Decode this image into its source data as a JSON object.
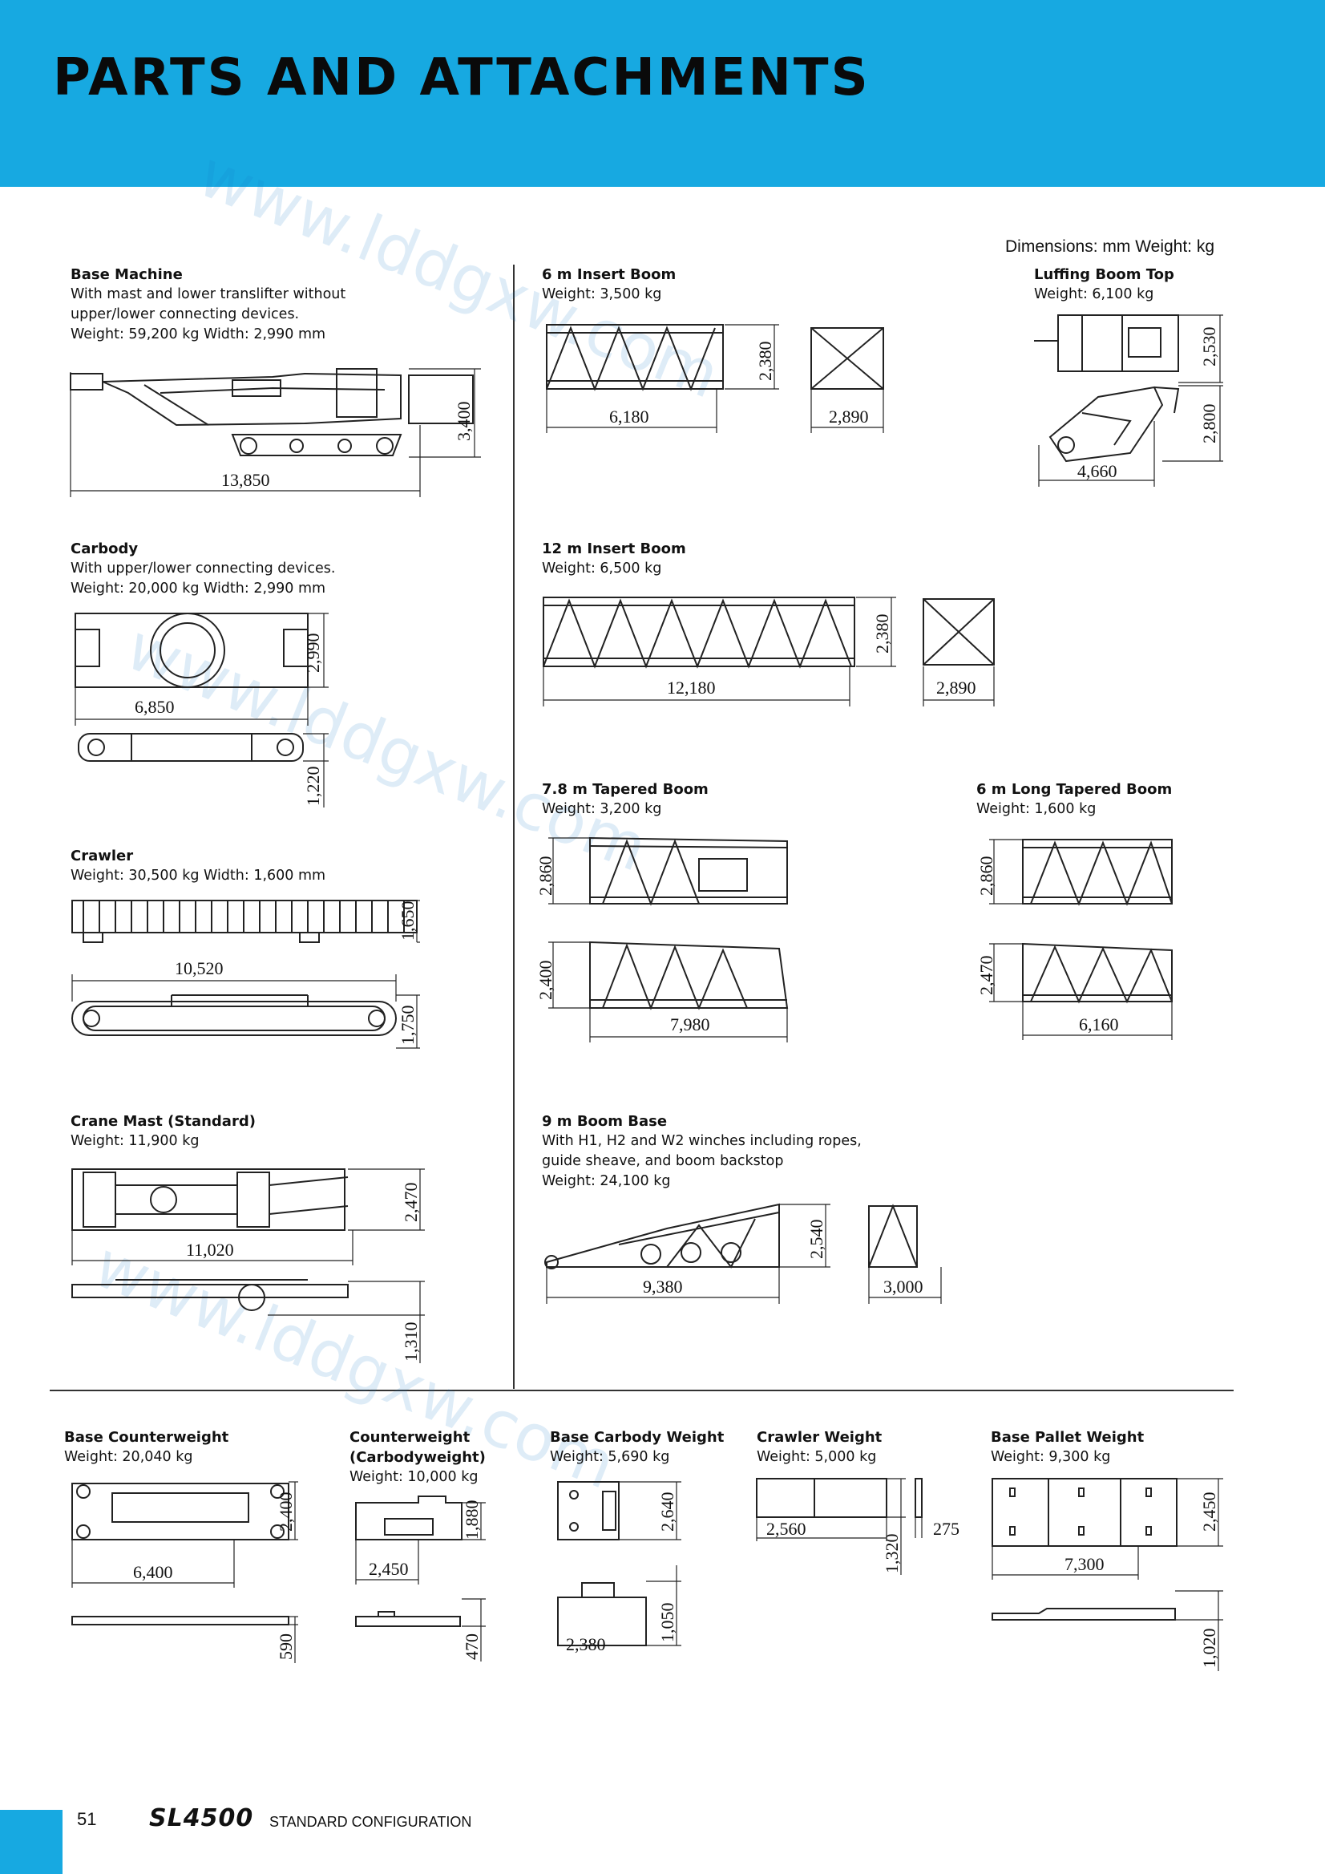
{
  "header": {
    "title": "PARTS AND ATTACHMENTS"
  },
  "units_note": "Dimensions: mm  Weight: kg",
  "parts": [
    {
      "title": "Base Machine",
      "desc": "With mast and lower translifter without upper/lower connecting devices.",
      "weight": "Weight: 59,200 kg  Width:  2,990 mm",
      "dims": [
        "3,400",
        "13,850"
      ]
    },
    {
      "title": "6 m Insert Boom",
      "weight": "Weight:  3,500 kg",
      "dims": [
        "2,380",
        "6,180",
        "2,890"
      ]
    },
    {
      "title": "Luffing Boom Top",
      "weight": "Weight: 6,100 kg",
      "dims": [
        "2,530",
        "2,800",
        "4,660"
      ]
    },
    {
      "title": "Carbody",
      "desc": "With upper/lower connecting devices.",
      "weight": "Weight: 20,000 kg  Width:  2,990 mm",
      "dims": [
        "2,990",
        "6,850",
        "1,220"
      ]
    },
    {
      "title": "12 m Insert Boom",
      "weight": "Weight:  6,500 kg",
      "dims": [
        "2,380",
        "12,180",
        "2,890"
      ]
    },
    {
      "title": "7.8 m Tapered Boom",
      "weight": "Weight: 3,200 kg",
      "dims": [
        "2,860",
        "2,400",
        "7,980"
      ]
    },
    {
      "title": "6 m Long Tapered Boom",
      "weight": "Weight: 1,600 kg",
      "dims": [
        "2,860",
        "2,470",
        "6,160"
      ]
    },
    {
      "title": "Crawler",
      "weight": "Weight: 30,500 kg  Width: 1,600 mm",
      "dims": [
        "1,650",
        "10,520",
        "1,750"
      ]
    },
    {
      "title": "Crane Mast (Standard)",
      "weight": "Weight: 11,900 kg",
      "dims": [
        "2,470",
        "11,020",
        "1,310"
      ]
    },
    {
      "title": "9 m Boom Base",
      "desc": "With H1, H2 and W2 winches including ropes, guide sheave, and boom backstop",
      "weight": "Weight: 24,100 kg",
      "dims": [
        "2,540",
        "9,380",
        "3,000"
      ]
    },
    {
      "title": "Base Counterweight",
      "weight": "Weight: 20,040 kg",
      "dims": [
        "2,400",
        "6,400",
        "590"
      ]
    },
    {
      "title": "Counterweight (Carbodyweight)",
      "weight": "Weight: 10,000 kg",
      "dims": [
        "1,880",
        "2,450",
        "470"
      ]
    },
    {
      "title": "Base Carbody Weight",
      "weight": "Weight: 5,690 kg",
      "dims": [
        "2,640",
        "2,380",
        "1,050"
      ]
    },
    {
      "title": "Crawler Weight",
      "weight": "Weight: 5,000 kg",
      "dims": [
        "2,560",
        "1,320",
        "275"
      ]
    },
    {
      "title": "Base Pallet Weight",
      "weight": "Weight: 9,300 kg",
      "dims": [
        "2,450",
        "7,300",
        "1,020"
      ]
    }
  ],
  "footer": {
    "page": "51",
    "model": "SL4500",
    "label": "STANDARD CONFIGURATION"
  },
  "watermark": "www.lddgxw.com"
}
